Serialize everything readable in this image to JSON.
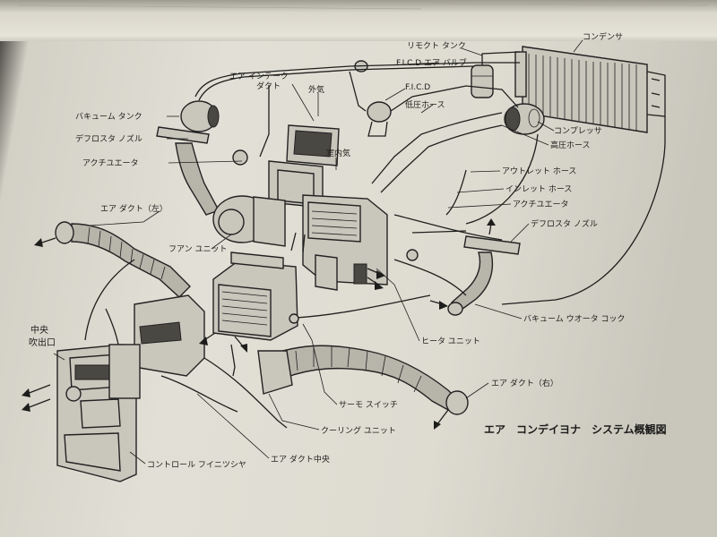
{
  "labels": {
    "resonator_tank": "リモクト タンク",
    "condenser": "コンデンサ",
    "air_intake_duct_1": "エア インテーク",
    "air_intake_duct_2": "ダクト",
    "outside_air": "外気",
    "ficd_air_valve": "F.I.C.D エア バルブ",
    "ficd": "F.I.C.D",
    "low_pressure_hose": "低圧ホース",
    "vacuum_tank": "バキューム タンク",
    "compressor": "コンプレッサ",
    "defroster_nozzle_left": "デフロスタ ノズル",
    "high_pressure_hose": "高圧ホース",
    "actuator_left": "アクチユエータ",
    "inside_air": "室内気",
    "outlet_hose": "アウトレット ホース",
    "inlet_hose": "インレット ホース",
    "actuator_right": "アクチユエータ",
    "air_duct_left": "エア ダクト（左）",
    "defroster_nozzle_right": "デフロスタ ノズル",
    "fan_unit": "フアン ユニット",
    "vacuum_water_cock": "バキューム ウオータ コック",
    "center_outlet_1": "中央",
    "center_outlet_2": "吹出口",
    "heater_unit": "ヒータ ユニット",
    "thermo_switch": "サーモ スイッチ",
    "air_duct_right": "エア ダクト（右）",
    "cooling_unit": "クーリング ユニット",
    "air_duct_center": "エア ダクト中央",
    "control_finisher": "コントロール フイニツシヤ"
  },
  "title": "エア　コンデイヨナ　システム概観図"
}
